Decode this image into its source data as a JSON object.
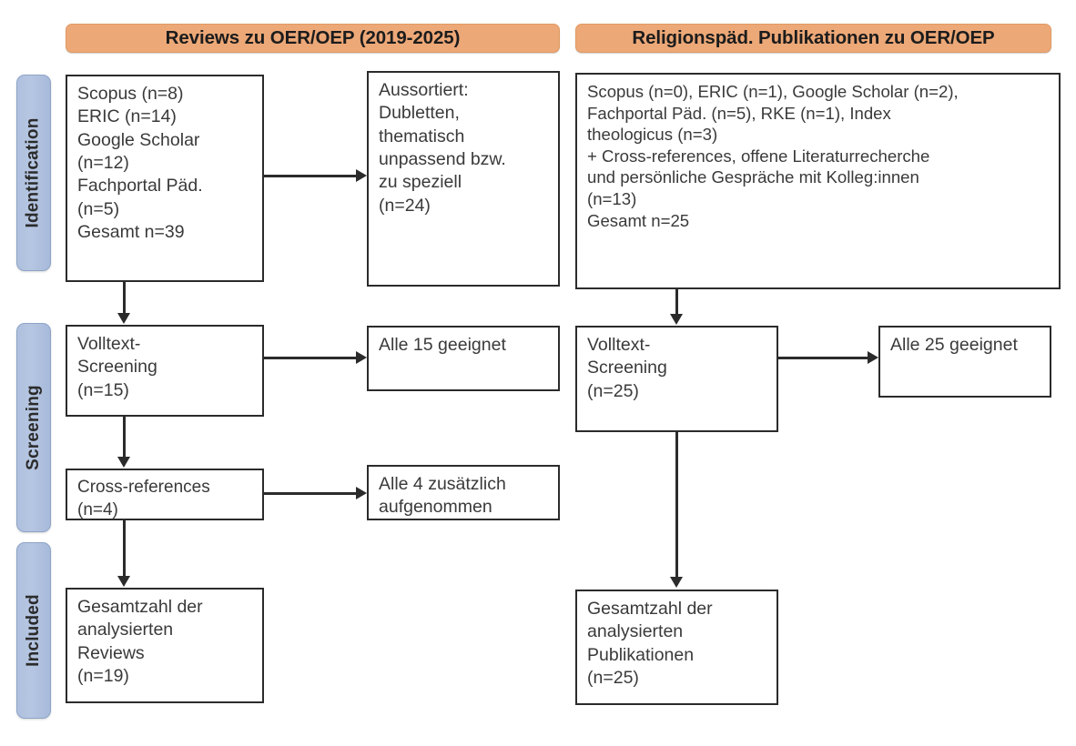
{
  "figure": {
    "type": "prisma-flow-diagram",
    "stages": [
      {
        "id": "identification",
        "label": "Identification"
      },
      {
        "id": "screening",
        "label": "Screening"
      },
      {
        "id": "included",
        "label": "Included"
      }
    ],
    "columns": [
      {
        "id": "reviews",
        "header": "Reviews zu OER/OEP (2019-2025)",
        "header_color": "#eda877"
      },
      {
        "id": "religionspaed",
        "header": "Religionspäd. Publikationen zu OER/OEP",
        "header_color": "#eda877"
      }
    ],
    "boxes": {
      "left_identification": "Scopus (n=8)\nERIC (n=14)\nGoogle Scholar\n(n=12)\nFachportal Päd.\n(n=5)\nGesamt n=39",
      "left_excluded": "Aussortiert:\nDubletten,\nthematisch\nunpassend bzw.\nzu speziell\n(n=24)",
      "left_screening": "Volltext-\nScreening\n(n=15)",
      "left_screening_result": "Alle 15 geeignet",
      "left_crossrefs": "Cross-references\n(n=4)",
      "left_crossrefs_result": "Alle 4 zusätzlich\naufgenommen",
      "left_included": "Gesamtzahl der\nanalysierten\nReviews\n(n=19)",
      "right_identification": "Scopus (n=0), ERIC (n=1), Google Scholar (n=2),\nFachportal Päd. (n=5), RKE (n=1), Index\ntheologicus (n=3)\n+ Cross-references, offene Literaturrecherche\nund persönliche Gespräche mit Kolleg:innen\n(n=13)\nGesamt n=25",
      "right_screening": "Volltext-\nScreening\n(n=25)",
      "right_screening_result": "Alle 25 geeignet",
      "right_included": "Gesamtzahl der\nanalysierten\nPublikationen\n(n=25)"
    },
    "counts": {
      "left_scopus": 8,
      "left_eric": 14,
      "left_google_scholar": 12,
      "left_fachportal": 5,
      "left_total_identified": 39,
      "left_excluded": 24,
      "left_fulltext_screened": 15,
      "left_fulltext_suitable": 15,
      "left_crossrefs": 4,
      "left_crossrefs_added": 4,
      "left_included": 19,
      "right_scopus": 0,
      "right_eric": 1,
      "right_google_scholar": 2,
      "right_fachportal": 5,
      "right_rke": 1,
      "right_index_theologicus": 3,
      "right_additional": 13,
      "right_total_identified": 25,
      "right_fulltext_screened": 25,
      "right_fulltext_suitable": 25,
      "right_included": 25
    }
  }
}
